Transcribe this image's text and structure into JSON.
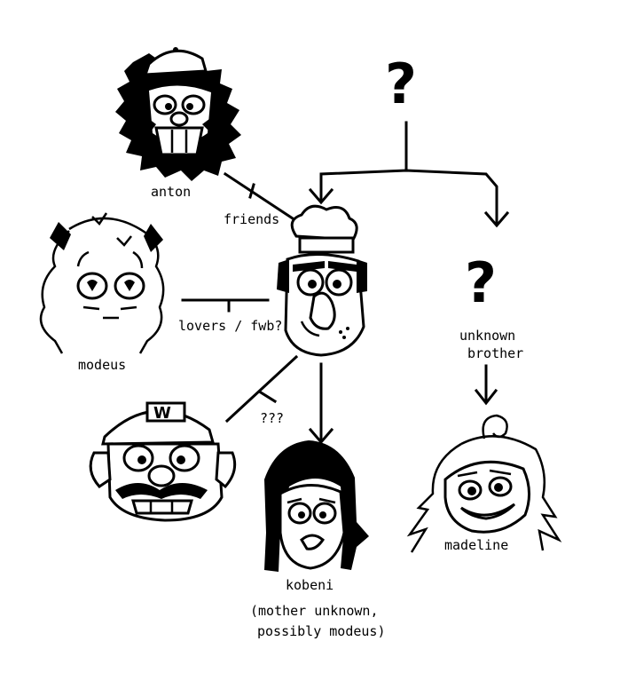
{
  "nodes": {
    "anton": "anton",
    "modeus": "modeus",
    "kobeni": "kobeni",
    "kobeni_note_1": "(mother unknown,",
    "kobeni_note_2": "possibly modeus)",
    "madeline": "madeline",
    "unknown_brother_1": "unknown",
    "unknown_brother_2": "brother"
  },
  "edges": {
    "friends": "friends",
    "lovers": "lovers / fwb?",
    "unknown_relation": "???"
  },
  "marks": {
    "top_unknown": "?",
    "brother_unknown": "?"
  },
  "icons": [
    "anton-face",
    "modeus-face",
    "chef-face",
    "wario-face",
    "kobeni-face",
    "madeline-face"
  ]
}
